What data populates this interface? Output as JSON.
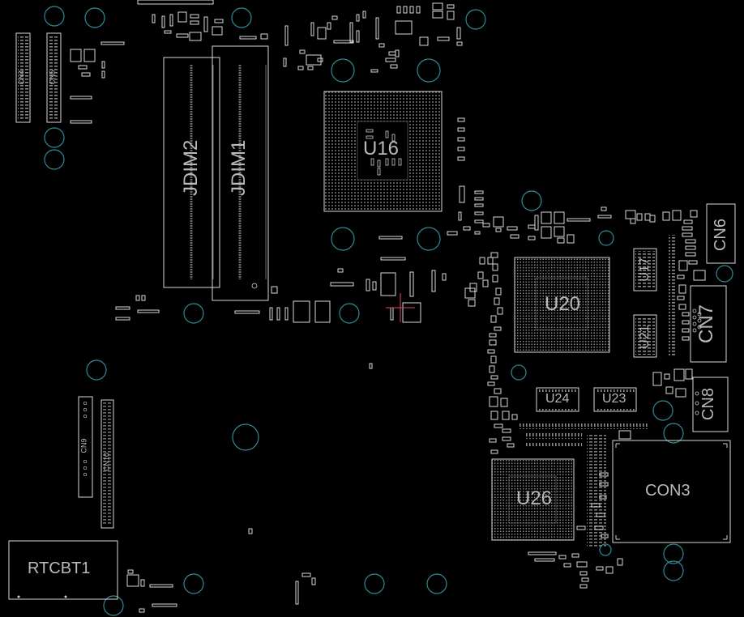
{
  "view": {
    "background": "#000000",
    "outline_color": "#d8d8d8",
    "hole_color": "#2f8a96",
    "crosshair_color": "#e04a6a"
  },
  "components": {
    "jdim2": "JDIM2",
    "jdim1": "JDIM1",
    "u16": "U16",
    "u20": "U20",
    "u17": "U17",
    "u21": "U21",
    "u24": "U24",
    "u23": "U23",
    "u26": "U26",
    "con3": "CON3",
    "cn6": "CN6",
    "cn7": "CN7",
    "cn8": "CN8",
    "cn9": "CN9",
    "cn10": "CN10",
    "cn4": "CN4",
    "cn5": "CN5",
    "rtcbt1": "RTCBT1"
  }
}
